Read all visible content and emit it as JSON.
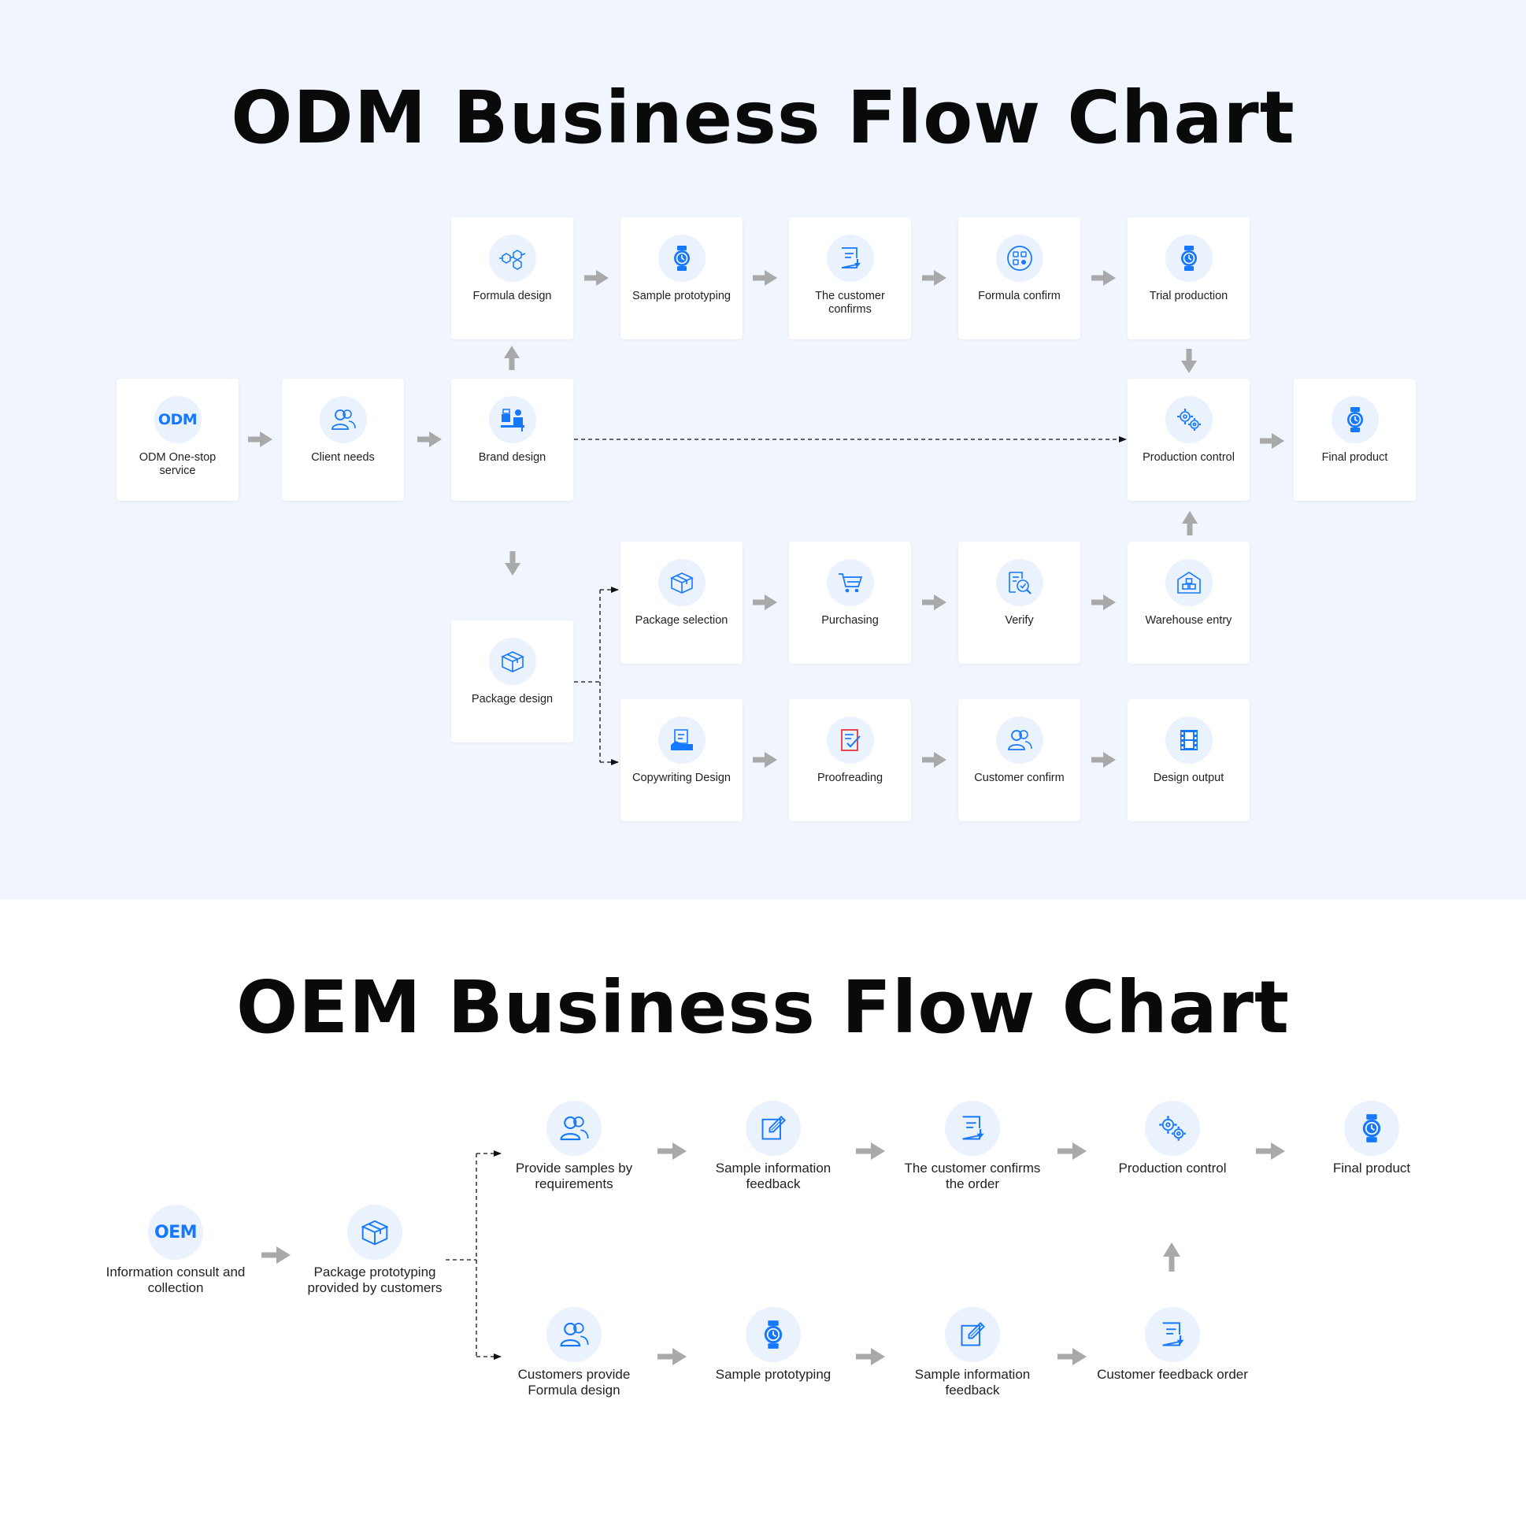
{
  "odm": {
    "title": "ODM Business Flow Chart",
    "nodes": {
      "odm_service": "ODM One-stop service",
      "client_needs": "Client needs",
      "brand_design": "Brand design",
      "formula_design": "Formula design",
      "sample_prototyping": "Sample prototyping",
      "customer_confirms": "The customer confirms",
      "formula_confirm": "Formula confirm",
      "trial_production": "Trial production",
      "production_control": "Production control",
      "final_product": "Final product",
      "package_design": "Package design",
      "package_selection": "Package selection",
      "purchasing": "Purchasing",
      "verify": "Verify",
      "warehouse_entry": "Warehouse entry",
      "copywriting_design": "Copywriting Design",
      "proofreading": "Proofreading",
      "customer_confirm": "Customer confirm",
      "design_output": "Design output"
    },
    "badge": "ODM"
  },
  "oem": {
    "title": "OEM Business Flow Chart",
    "nodes": {
      "info_consult": "Information consult and collection",
      "package_prototyping": "Package prototyping provided by customers",
      "provide_samples": "Provide samples by requirements",
      "sample_info_feedback_top": "Sample information feedback",
      "customer_confirms_order": "The customer confirms the order",
      "production_control": "Production control",
      "final_product": "Final product",
      "customers_formula": "Customers provide Formula design",
      "sample_prototyping": "Sample prototyping",
      "sample_info_feedback_bottom": "Sample information feedback",
      "customer_feedback_order": "Customer feedback order"
    },
    "badge": "OEM"
  },
  "colors": {
    "accent": "#1677ff",
    "icon_bg": "#eaf2fe",
    "odm_background": "#f1f5fd",
    "arrow": "#a9a9a9",
    "proofreading_red": "#e5383b"
  }
}
